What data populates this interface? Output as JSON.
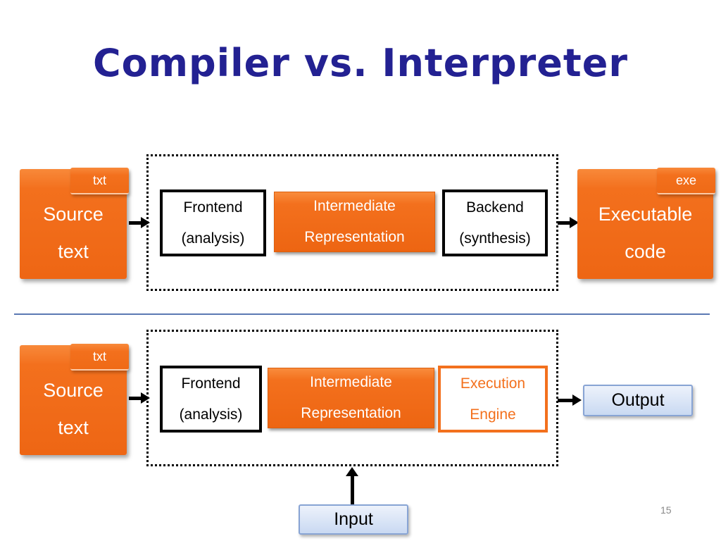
{
  "slide": {
    "title": "Compiler vs. Interpreter",
    "page_number": "15"
  },
  "colors": {
    "title": "#232192",
    "orange": "#F3701D",
    "orange_dark": "#DD5F0D",
    "divider": "#5B79B3",
    "blue_border": "#88A4D4",
    "blue_fill_top": "#EDF2FB",
    "blue_fill_bottom": "#C9D9F2",
    "page_number": "#898989"
  },
  "compiler": {
    "source": {
      "line1": "Source",
      "line2": "text",
      "tab": "txt"
    },
    "frontend": {
      "line1": "Frontend",
      "line2": "(analysis)"
    },
    "ir": {
      "line1": "Intermediate",
      "line2": "Representation"
    },
    "backend": {
      "line1": "Backend",
      "line2": "(synthesis)"
    },
    "executable": {
      "line1": "Executable",
      "line2": "code",
      "tab": "exe"
    }
  },
  "interpreter": {
    "source": {
      "line1": "Source",
      "line2": "text",
      "tab": "txt"
    },
    "frontend": {
      "line1": "Frontend",
      "line2": "(analysis)"
    },
    "ir": {
      "line1": "Intermediate",
      "line2": "Representation"
    },
    "engine": {
      "line1": "Execution",
      "line2": "Engine"
    },
    "output": "Output",
    "input": "Input"
  }
}
